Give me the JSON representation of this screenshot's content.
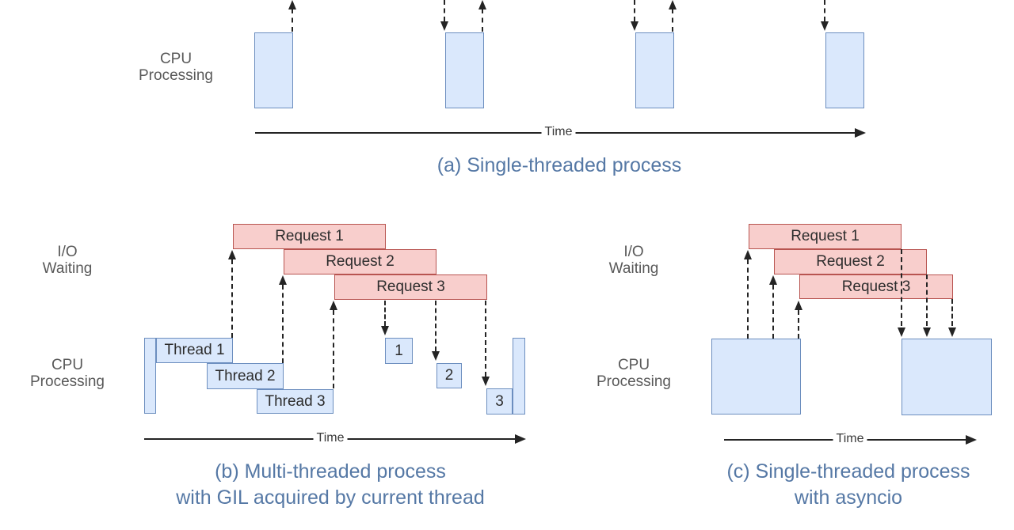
{
  "colors": {
    "blue_fill": "#dae8fc",
    "blue_stroke": "#6c8ebf",
    "red_fill": "#f8cecc",
    "red_stroke": "#b85450",
    "caption_text": "#5578a5",
    "side_label_text": "#595959",
    "box_label_text": "#2d2d2d",
    "arrow_color": "#242424"
  },
  "diagram_a": {
    "cpu_label": [
      "CPU",
      "Processing"
    ],
    "time_label": "Time",
    "caption": "(a) Single-threaded process"
  },
  "diagram_b": {
    "io_label": [
      "I/O",
      "Waiting"
    ],
    "cpu_label": [
      "CPU",
      "Processing"
    ],
    "requests": [
      "Request 1",
      "Request 2",
      "Request 3"
    ],
    "threads": [
      "Thread 1",
      "Thread 2",
      "Thread 3"
    ],
    "completions": [
      "1",
      "2",
      "3"
    ],
    "time_label": "Time",
    "caption": [
      "(b) Multi-threaded process",
      "with GIL acquired by current thread"
    ]
  },
  "diagram_c": {
    "io_label": [
      "I/O",
      "Waiting"
    ],
    "cpu_label": [
      "CPU",
      "Processing"
    ],
    "requests": [
      "Request 1",
      "Request 2",
      "Request 3"
    ],
    "time_label": "Time",
    "caption": [
      "(c) Single-threaded process",
      "with asyncio"
    ]
  }
}
